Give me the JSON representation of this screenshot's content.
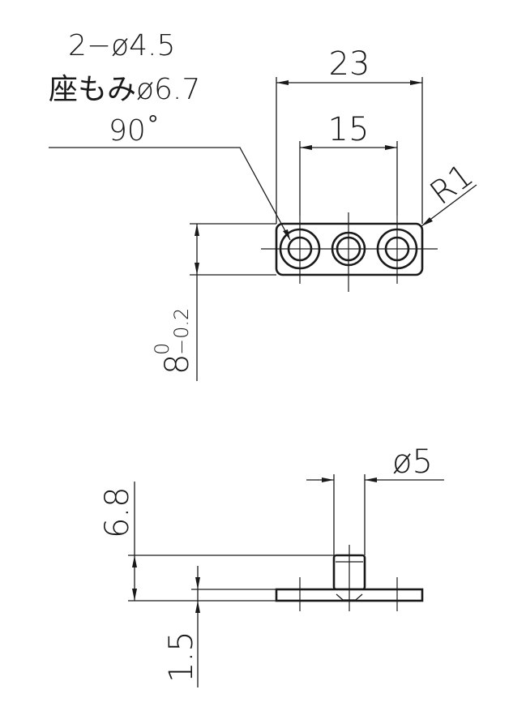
{
  "top_view": {
    "hole_note": {
      "line1": "2−ø4.5",
      "line2": "座もみø6.7",
      "line3": "90˚"
    },
    "overall_length": "23",
    "hole_pitch": "15",
    "corner_radius": "R1",
    "height_nominal": "8",
    "height_upper_tol": "0",
    "height_lower_tol": "−0.2"
  },
  "side_view": {
    "pin_diameter": "ø5",
    "pin_height": "6.8",
    "plate_thickness": "1.5"
  }
}
